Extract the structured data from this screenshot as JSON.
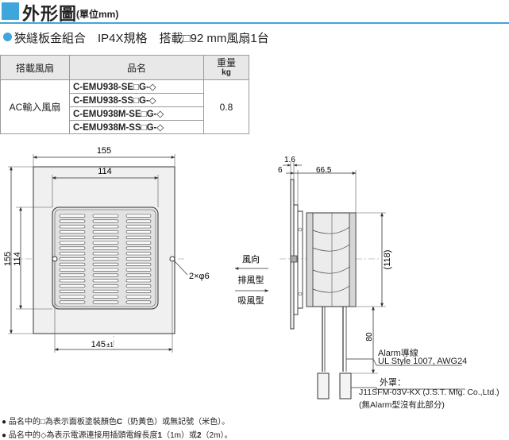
{
  "header": {
    "title": "外形圖",
    "unit": "(單位mm)"
  },
  "subtitle": "狹縫板金組合　IP4X規格　搭載□92 mm風扇1台",
  "table": {
    "headers": [
      "搭載風扇",
      "品名",
      "重量",
      "kg"
    ],
    "fan": "AC輸入風扇",
    "models": [
      "C-EMU938-SE□G-◇",
      "C-EMU938-SS□G-◇",
      "C-EMU938M-SE□G-◇",
      "C-EMU938M-SS□G-◇"
    ],
    "weight": "0.8"
  },
  "front_view": {
    "dim_width": "155",
    "dim_inner_width": "114",
    "dim_height": "155",
    "dim_inner_height": "114",
    "dim_bottom": "145",
    "dim_bottom_tol": "±1",
    "hole_label": "2×φ6"
  },
  "side_view": {
    "dim_plate": "1.6",
    "dim_gap": "6",
    "dim_depth": "66.5",
    "dim_height": "(118)",
    "dim_lead": "80",
    "wind_label": "風向",
    "exhaust_label": "排風型",
    "intake_label": "吸風型"
  },
  "callouts": {
    "lead_title": "Alarm導線",
    "lead_spec": "UL Style 1007, AWG24",
    "housing_title": "外罩：",
    "housing_part": "J11SFM-03V-KX (J.S.T. Mfg. Co.,Ltd.)",
    "housing_note": "(無Alarm型沒有此部分)"
  },
  "notes": [
    {
      "pre": "● 品名中的□為表示面板塗裝顏色",
      "bold": "C",
      "post": "（奶黃色）或無記號（米色）。"
    },
    {
      "pre": "● 品名中的◇為表示電源連接用插頭電線長度",
      "bold": "1",
      "mid": "（1m）或",
      "bold2": "2",
      "post": "（2m）。"
    }
  ],
  "colors": {
    "accent": "#3fa6dc",
    "panel_fill": "#f0f0f0",
    "line": "#333333"
  }
}
